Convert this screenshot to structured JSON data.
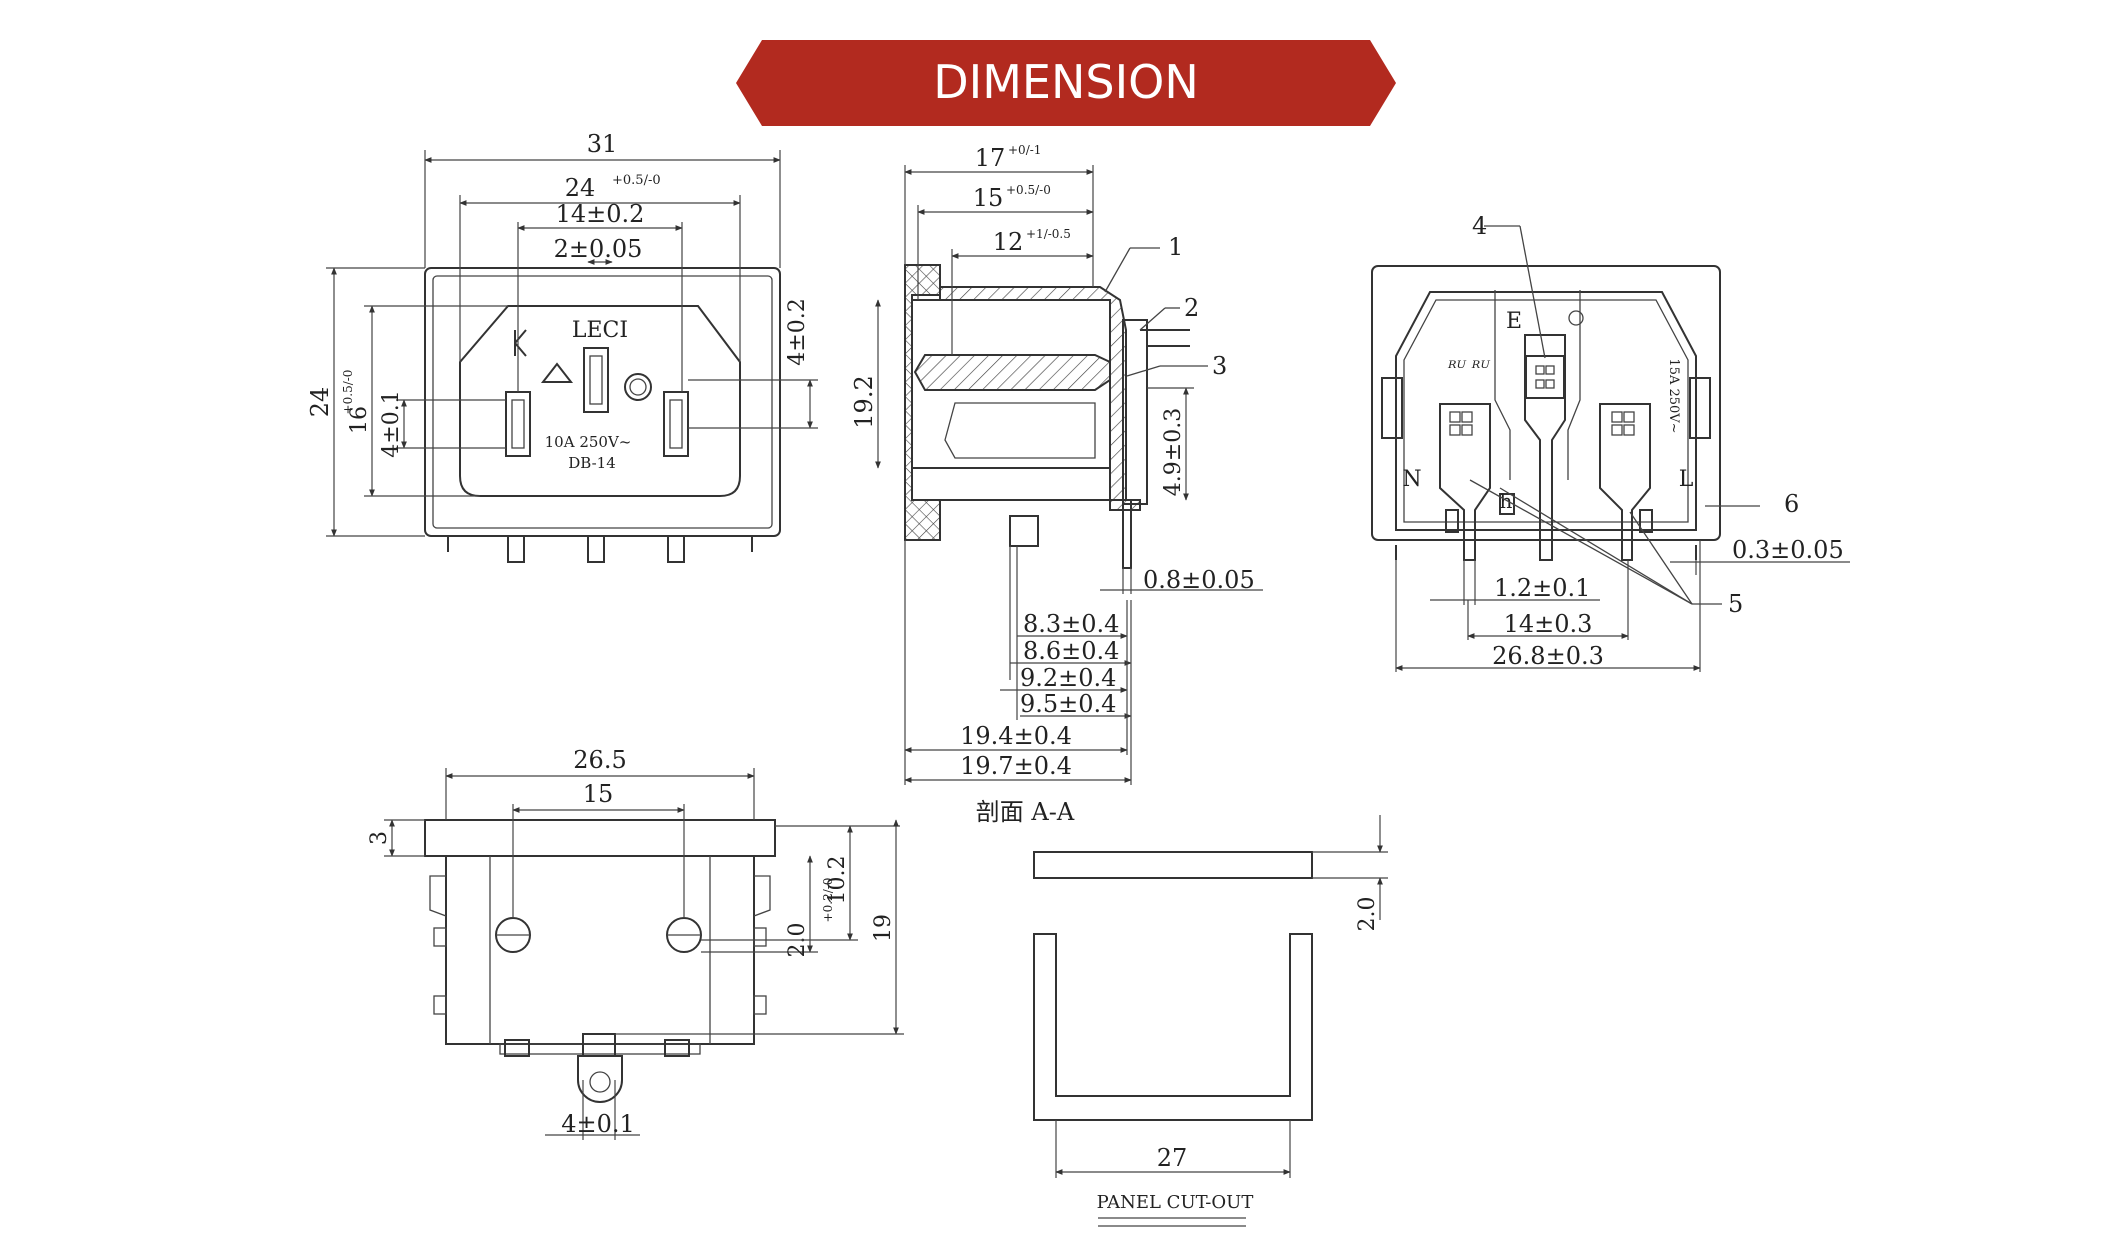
{
  "header": {
    "title": "DIMENSION",
    "color": "#b22a1f"
  },
  "front_view": {
    "dims": {
      "w31": "31",
      "w24": "24",
      "w24_tol": "+0.5/-0",
      "w14": "14±0.2",
      "w2": "2±0.05",
      "h24": "24",
      "h16": "16",
      "h16_tol": "+0.5/-0",
      "h4a": "4±0.1",
      "h4b": "4±0.2"
    },
    "marks": {
      "brand": "LECI",
      "rating": "10A 250V~",
      "model": "DB-14"
    }
  },
  "section_view": {
    "dims": {
      "d17": "17",
      "d17_tol": "+0/-1",
      "d15": "15",
      "d15_tol": "+0.5/-0",
      "d12": "12",
      "d12_tol": "+1/-0.5",
      "h19_2": "19.2",
      "h4_9": "4.9±0.3",
      "t0_8": "0.8±0.05",
      "d8_3": "8.3±0.4",
      "d8_6": "8.6±0.4",
      "d9_2": "9.2±0.4",
      "d9_5": "9.5±0.4",
      "d19_4": "19.4±0.4",
      "d19_7": "19.7±0.4"
    },
    "callouts": [
      "1",
      "2",
      "3"
    ],
    "caption": "剖面 A-A"
  },
  "rear_view": {
    "labels": {
      "e": "E",
      "n": "N",
      "l": "L",
      "h": "h",
      "rating": "15A 250V~"
    },
    "callouts": [
      "4",
      "5",
      "6"
    ],
    "dims": {
      "t0_3": "0.3±0.05",
      "p1_2": "1.2±0.1",
      "p14": "14±0.3",
      "w26_8": "26.8±0.3"
    }
  },
  "bottom_view": {
    "dims": {
      "w26_5": "26.5",
      "w15": "15",
      "h3": "3",
      "h2_0": "2.0",
      "h2_0_tol": "+0.2/-0",
      "h10_2": "10.2",
      "h19": "19",
      "w4": "4±0.1"
    }
  },
  "panel_cutout": {
    "dims": {
      "t2_0": "2.0",
      "w27": "27"
    },
    "caption": "PANEL CUT-OUT"
  }
}
